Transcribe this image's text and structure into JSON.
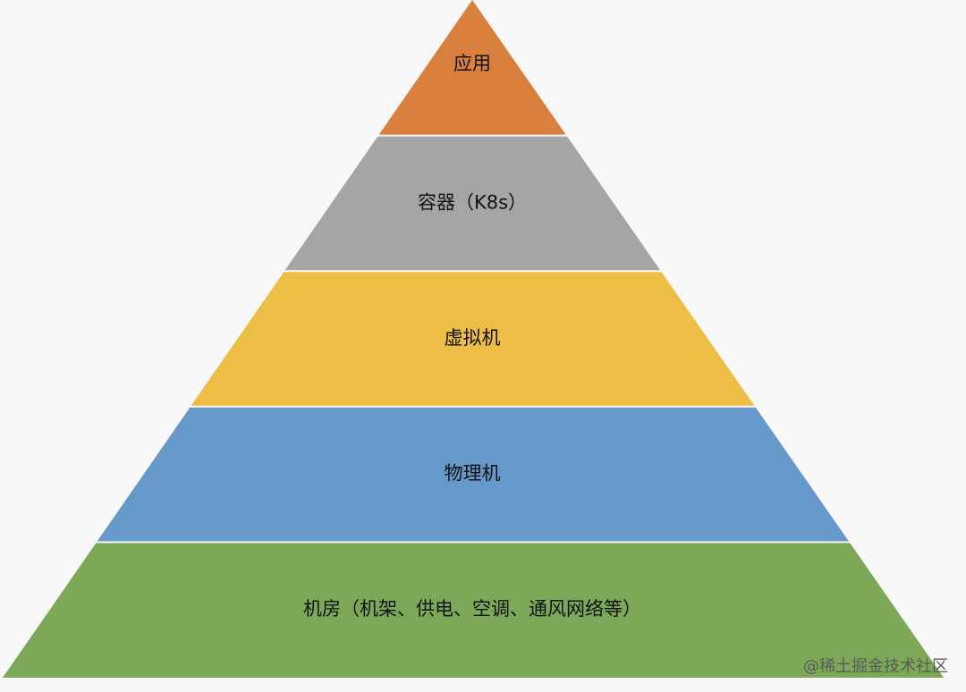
{
  "layers": [
    {
      "label": "应用",
      "color": "#D9803F"
    },
    {
      "label": "容器（K8s）",
      "color": "#A5A5A5"
    },
    {
      "label": "虚拟机",
      "color": "#EDBE45"
    },
    {
      "label": "物理机",
      "color": "#6698CA"
    },
    {
      "label": "机房（机架、供电、空调、通风网络等）",
      "color": "#7CA858"
    }
  ],
  "watermark": "@稀土掘金技术社区"
}
